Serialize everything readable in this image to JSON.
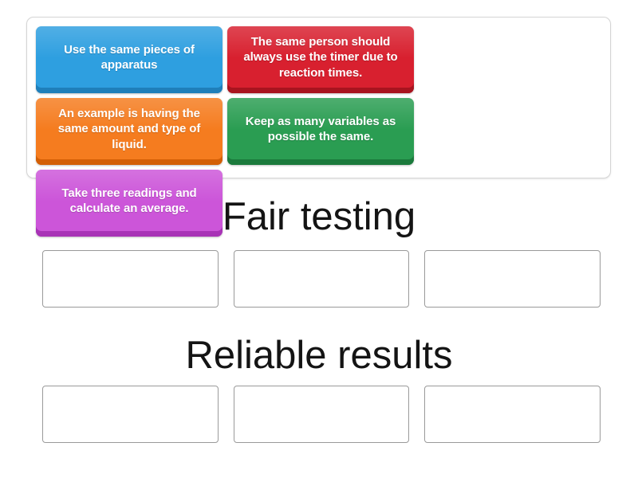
{
  "page": {
    "background_color": "#ffffff"
  },
  "tile_tray": {
    "name": "answer-tile-tray",
    "tiles": [
      {
        "text": "Use the same pieces of apparatus",
        "color": "#2e9fe0",
        "color_name": "blue"
      },
      {
        "text": "The same person should always use the timer due to reaction times.",
        "color": "#d8202f",
        "color_name": "red"
      },
      {
        "text": "An example is having the same amount and type of liquid.",
        "color": "#f57c1f",
        "color_name": "orange"
      },
      {
        "text": "Keep as many variables as possible the same.",
        "color": "#2a9d52",
        "color_name": "green"
      },
      {
        "text": "Take three readings and calculate an average.",
        "color": "#cc55d9",
        "color_name": "magenta"
      }
    ]
  },
  "categories": [
    {
      "heading": "Fair testing",
      "dropzones": [
        {
          "label": "",
          "filled": false
        },
        {
          "label": "",
          "filled": false
        },
        {
          "label": "",
          "filled": false
        }
      ]
    },
    {
      "heading": "Reliable results",
      "dropzones": [
        {
          "label": "",
          "filled": false
        },
        {
          "label": "",
          "filled": false
        },
        {
          "label": "",
          "filled": false
        }
      ]
    }
  ]
}
